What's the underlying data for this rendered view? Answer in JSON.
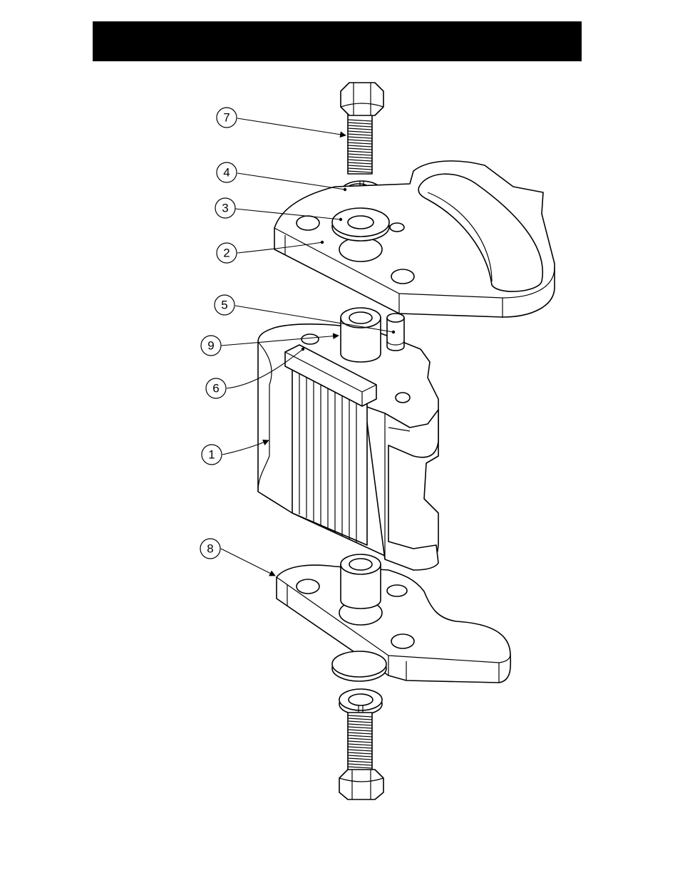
{
  "header": {
    "title": ""
  },
  "callouts": [
    {
      "id": "7",
      "label": "7"
    },
    {
      "id": "4",
      "label": "4"
    },
    {
      "id": "3",
      "label": "3"
    },
    {
      "id": "2",
      "label": "2"
    },
    {
      "id": "5",
      "label": "5"
    },
    {
      "id": "9",
      "label": "9"
    },
    {
      "id": "6",
      "label": "6"
    },
    {
      "id": "1",
      "label": "1"
    },
    {
      "id": "8",
      "label": "8"
    }
  ]
}
